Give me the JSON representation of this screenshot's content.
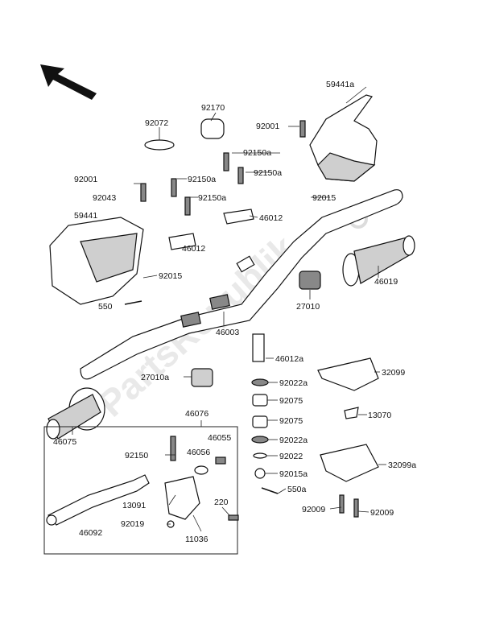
{
  "watermark": "PartsRepublik",
  "labels": [
    {
      "id": "59441a",
      "text": "59441a"
    },
    {
      "id": "92170",
      "text": "92170"
    },
    {
      "id": "92072",
      "text": "92072"
    },
    {
      "id": "92001-top",
      "text": "92001"
    },
    {
      "id": "92150a-1",
      "text": "92150a"
    },
    {
      "id": "92150a-2",
      "text": "92150a"
    },
    {
      "id": "92150a-3",
      "text": "92150a"
    },
    {
      "id": "92150a-4",
      "text": "92150a"
    },
    {
      "id": "92001-left",
      "text": "92001"
    },
    {
      "id": "92043",
      "text": "92043"
    },
    {
      "id": "92015-right",
      "text": "92015"
    },
    {
      "id": "59441",
      "text": "59441"
    },
    {
      "id": "46012-1",
      "text": "46012"
    },
    {
      "id": "46012-2",
      "text": "46012"
    },
    {
      "id": "92015-left",
      "text": "92015"
    },
    {
      "id": "46019",
      "text": "46019"
    },
    {
      "id": "550",
      "text": "550"
    },
    {
      "id": "27010",
      "text": "27010"
    },
    {
      "id": "46003",
      "text": "46003"
    },
    {
      "id": "46012a",
      "text": "46012a"
    },
    {
      "id": "27010a",
      "text": "27010a"
    },
    {
      "id": "92022a-1",
      "text": "92022a"
    },
    {
      "id": "32099",
      "text": "32099"
    },
    {
      "id": "92075-1",
      "text": "92075"
    },
    {
      "id": "46076",
      "text": "46076"
    },
    {
      "id": "13070",
      "text": "13070"
    },
    {
      "id": "92075-2",
      "text": "92075"
    },
    {
      "id": "46075",
      "text": "46075"
    },
    {
      "id": "92022a-2",
      "text": "92022a"
    },
    {
      "id": "46055",
      "text": "46055"
    },
    {
      "id": "92150",
      "text": "92150"
    },
    {
      "id": "46056",
      "text": "46056"
    },
    {
      "id": "92022",
      "text": "92022"
    },
    {
      "id": "32099a",
      "text": "32099a"
    },
    {
      "id": "92015a",
      "text": "92015a"
    },
    {
      "id": "550a",
      "text": "550a"
    },
    {
      "id": "220",
      "text": "220"
    },
    {
      "id": "13091",
      "text": "13091"
    },
    {
      "id": "92009-1",
      "text": "92009"
    },
    {
      "id": "92009-2",
      "text": "92009"
    },
    {
      "id": "92019",
      "text": "92019"
    },
    {
      "id": "46092",
      "text": "46092"
    },
    {
      "id": "11036",
      "text": "11036"
    }
  ]
}
